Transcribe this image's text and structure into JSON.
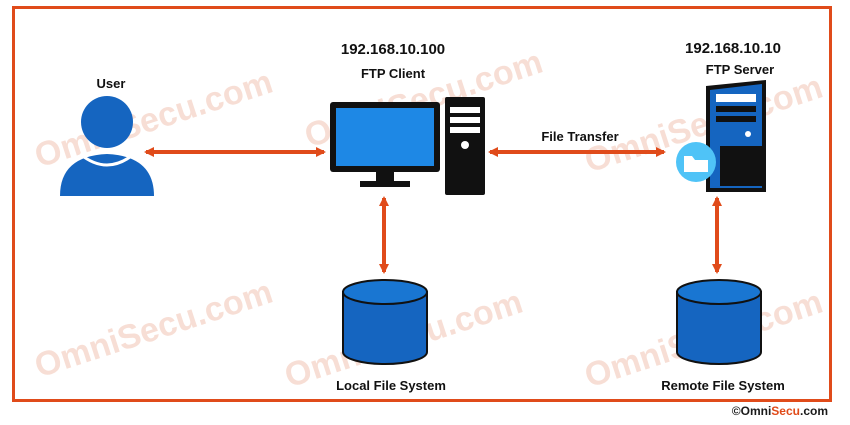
{
  "diagram": {
    "client": {
      "ip": "192.168.10.100",
      "label": "FTP Client"
    },
    "server": {
      "ip": "192.168.10.10",
      "label": "FTP Server"
    },
    "user": {
      "label": "User"
    },
    "transfer": {
      "label": "File Transfer"
    },
    "local_fs": {
      "label": "Local File System"
    },
    "remote_fs": {
      "label": "Remote File System"
    }
  },
  "watermark": {
    "text": "OmniSecu.com"
  },
  "copyright": {
    "prefix": "©Omni",
    "accent": "Secu",
    "suffix": ".com"
  },
  "colors": {
    "frame": "#e04b1a",
    "arrow": "#e04b1a",
    "icon_blue": "#1565c0",
    "screen_blue": "#1e88e5",
    "dark": "#111111"
  }
}
